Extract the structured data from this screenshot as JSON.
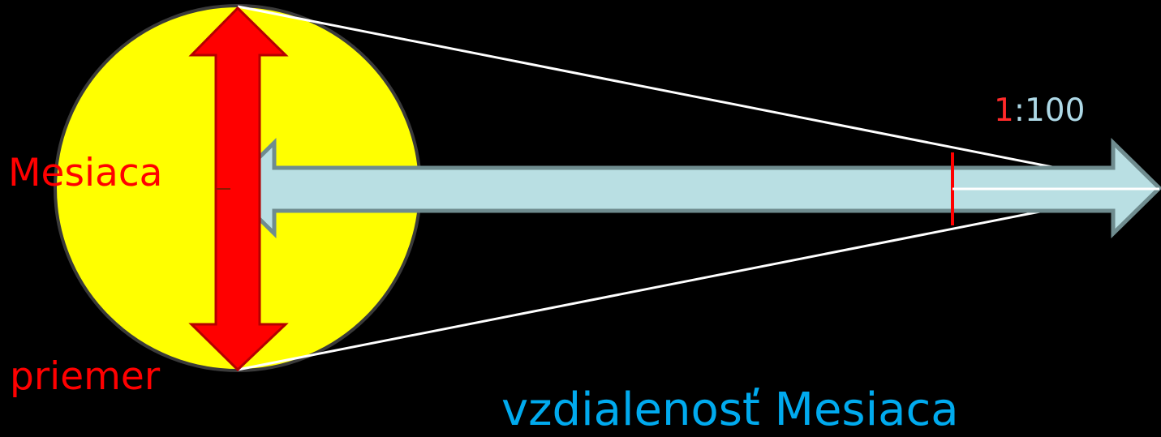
{
  "labels": {
    "moon_word": "Mesiaca",
    "diameter_word": "priemer",
    "distance_caption": "vzdialenosť Mesiaca",
    "scale_numerator": "1",
    "scale_rest": ":100"
  },
  "colors": {
    "background": "#000000",
    "moon_fill": "#ffff00",
    "moon_outline": "#3a3a3a",
    "diameter_arrow": "#ff0000",
    "distance_arrow_fill": "#b9dfe3",
    "distance_arrow_stroke": "#6f8c8f",
    "sight_lines": "#ffffff",
    "scale_marker": "#ff0000",
    "distance_caption": "#00aaee",
    "scale_text": "#add8e6"
  }
}
